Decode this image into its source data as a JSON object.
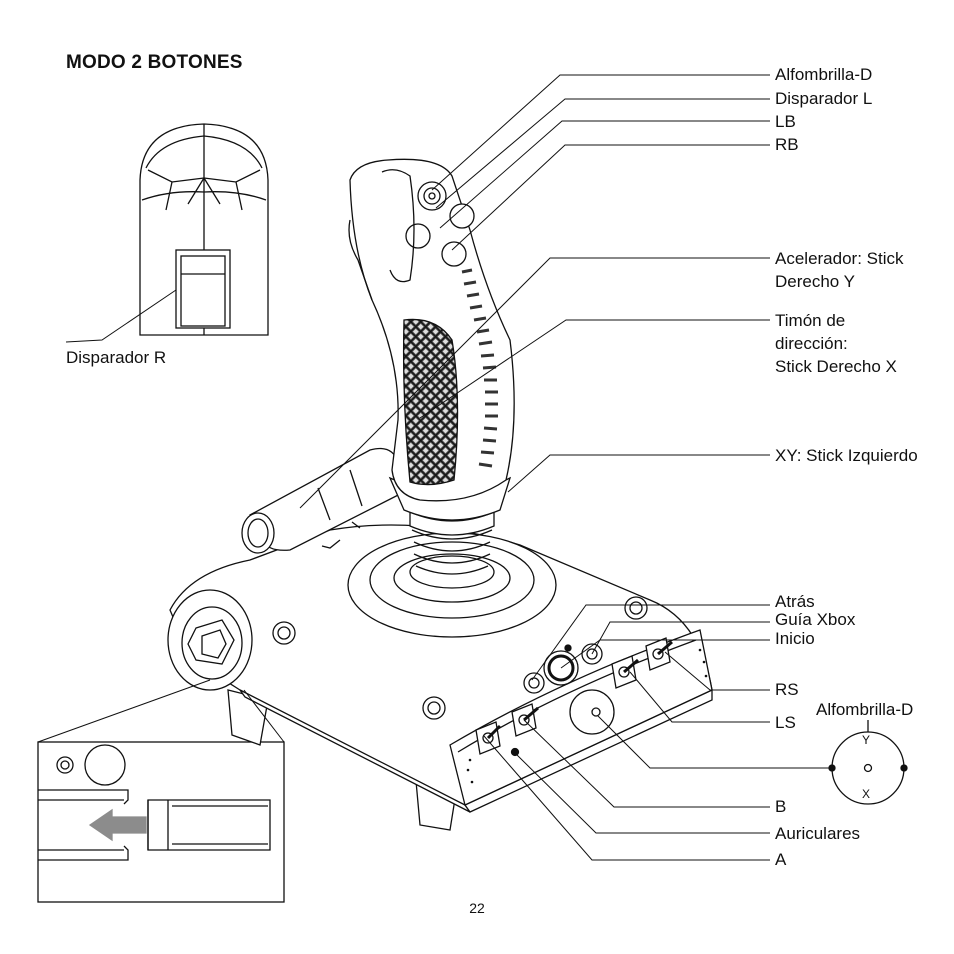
{
  "title": "MODO 2 BOTONES",
  "page_number": "22",
  "labels": {
    "dpad_top": "Alfombrilla-D",
    "trigger_l": "Disparador L",
    "lb": "LB",
    "rb": "RB",
    "throttle_1": "Acelerador: Stick",
    "throttle_2": "Derecho Y",
    "rudder_1": "Timón de",
    "rudder_2": "dirección:",
    "rudder_3": "Stick Derecho X",
    "xy": "XY: Stick Izquierdo",
    "back": "Atrás",
    "guide": "Guía Xbox",
    "start": "Inicio",
    "rs": "RS",
    "ls": "LS",
    "dpad_diagram": "Alfombrilla-D",
    "b": "B",
    "headset": "Auriculares",
    "a": "A",
    "trigger_r": "Disparador R"
  },
  "dpad_axes": {
    "y": "Y",
    "x": "X"
  },
  "colors": {
    "line": "#111111",
    "grip_dark": "#3a3a3a",
    "arrow": "#8c8c8c"
  }
}
